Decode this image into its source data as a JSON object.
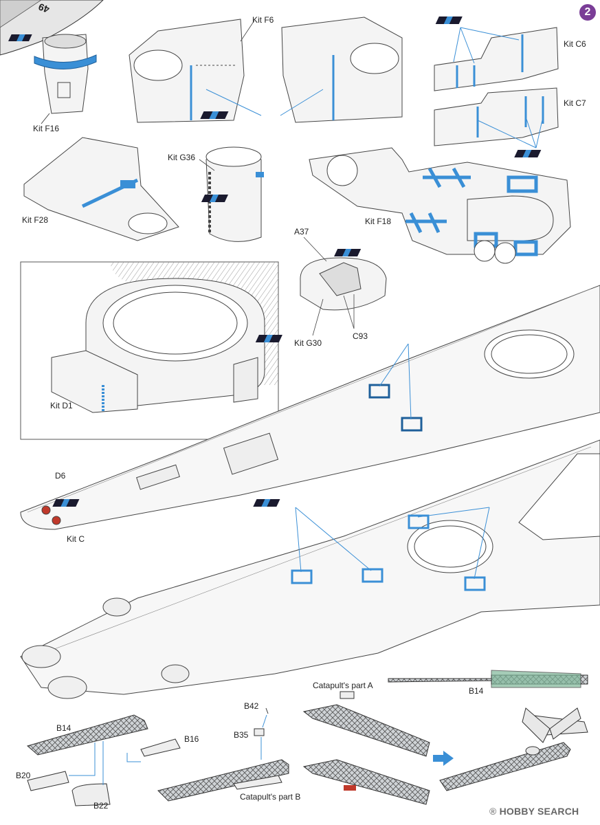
{
  "page": {
    "step_number": "2",
    "page_number": "49"
  },
  "colors": {
    "accent": "#3a8fd6",
    "mark_dark": "#1a1a2e",
    "line": "#555555",
    "fill": "#f4f4f4",
    "deck": "#f7f7f7",
    "highlight_red": "#c0392b"
  },
  "labels": {
    "kit_f16": "Kit F16",
    "kit_f6": "Kit F6",
    "kit_c6": "Kit C6",
    "kit_c7": "Kit C7",
    "kit_g36": "Kit G36",
    "kit_f28": "Kit F28",
    "kit_f18": "Kit F18",
    "a37": "A37",
    "kit_g30": "Kit G30",
    "c93": "C93",
    "kit_d1": "Kit D1",
    "d6": "D6",
    "kit_c": "Kit C",
    "catapult_a": "Catapult's part A",
    "b14_top": "B14",
    "b42": "B42",
    "b35": "B35",
    "b14_left": "B14",
    "b16": "B16",
    "b20": "B20",
    "b22": "B22",
    "catapult_b": "Catapult's part B"
  },
  "watermark": {
    "brand": "HOBBY SEARCH",
    "registered": "®"
  }
}
